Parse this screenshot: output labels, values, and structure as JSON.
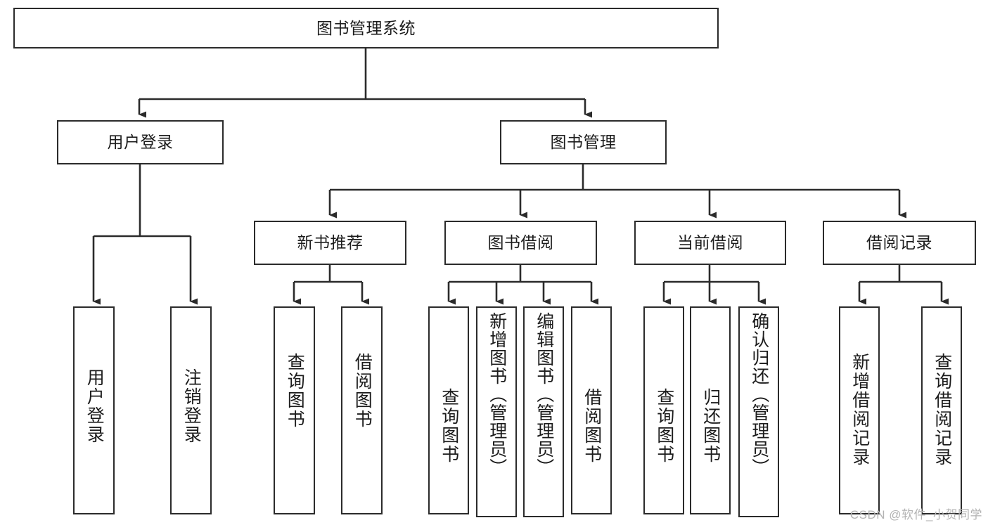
{
  "diagram": {
    "type": "tree-hierarchy",
    "title": "图书管理系统",
    "stroke_color": "#2b2b2b",
    "fill_color": "#ffffff",
    "text_color": "#1c1c1c",
    "levels": [
      {
        "level": 1,
        "nodes": [
          {
            "id": "root",
            "label": "图书管理系统",
            "orientation": "horizontal"
          }
        ]
      },
      {
        "level": 2,
        "nodes": [
          {
            "id": "login",
            "label": "用户登录",
            "orientation": "horizontal",
            "parent": "root"
          },
          {
            "id": "bookmgmt",
            "label": "图书管理",
            "orientation": "horizontal",
            "parent": "root"
          }
        ]
      },
      {
        "level": 3,
        "nodes": [
          {
            "id": "newbook",
            "label": "新书推荐",
            "orientation": "horizontal",
            "parent": "bookmgmt"
          },
          {
            "id": "borrow",
            "label": "图书借阅",
            "orientation": "horizontal",
            "parent": "bookmgmt"
          },
          {
            "id": "current",
            "label": "当前借阅",
            "orientation": "horizontal",
            "parent": "bookmgmt"
          },
          {
            "id": "records",
            "label": "借阅记录",
            "orientation": "horizontal",
            "parent": "bookmgmt"
          }
        ]
      },
      {
        "level": 4,
        "nodes": [
          {
            "id": "leaf1",
            "label": "用户登录",
            "orientation": "vertical",
            "parent": "login"
          },
          {
            "id": "leaf2",
            "label": "注销登录",
            "orientation": "vertical",
            "parent": "login"
          },
          {
            "id": "leaf3",
            "label": "查询图书",
            "orientation": "vertical",
            "parent": "newbook"
          },
          {
            "id": "leaf4",
            "label": "借阅图书",
            "orientation": "vertical",
            "parent": "newbook"
          },
          {
            "id": "leaf5",
            "label": "查询图书",
            "orientation": "vertical",
            "parent": "borrow"
          },
          {
            "id": "leaf6",
            "label": "新增图书（管理员）",
            "orientation": "vertical",
            "parent": "borrow"
          },
          {
            "id": "leaf7",
            "label": "编辑图书（管理员）",
            "orientation": "vertical",
            "parent": "borrow"
          },
          {
            "id": "leaf8",
            "label": "借阅图书",
            "orientation": "vertical",
            "parent": "borrow"
          },
          {
            "id": "leaf9",
            "label": "查询图书",
            "orientation": "vertical",
            "parent": "current"
          },
          {
            "id": "leaf10",
            "label": "归还图书",
            "orientation": "vertical",
            "parent": "current"
          },
          {
            "id": "leaf11",
            "label": "确认归还（管理员）",
            "orientation": "vertical",
            "parent": "current"
          },
          {
            "id": "leaf12",
            "label": "新增借阅记录",
            "orientation": "vertical",
            "parent": "records"
          },
          {
            "id": "leaf13",
            "label": "查询借阅记录",
            "orientation": "vertical",
            "parent": "records"
          }
        ]
      }
    ]
  },
  "watermark": {
    "text": "CSDN @软件_小贺同学"
  }
}
